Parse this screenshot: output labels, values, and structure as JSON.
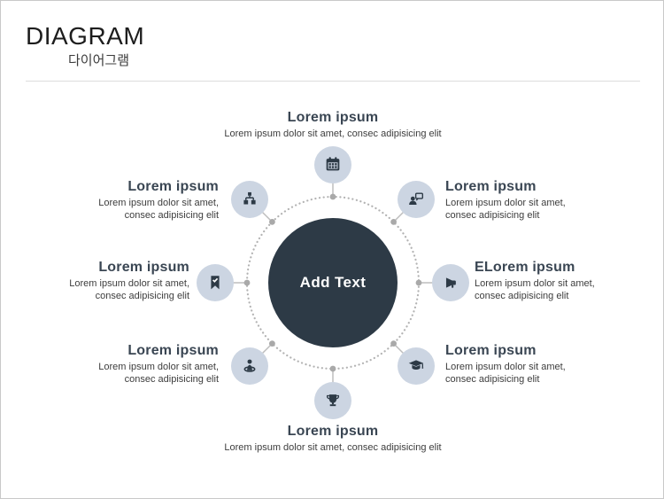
{
  "slide": {
    "title": "DIAGRAM",
    "subtitle": "다이어그램"
  },
  "diagram": {
    "center_label": "Add Text",
    "items": [
      {
        "position": "top",
        "icon": "calendar-icon",
        "heading": "Lorem ipsum",
        "description": "Lorem ipsum dolor sit amet, consec adipisicing elit"
      },
      {
        "position": "top-right",
        "icon": "person-chat-icon",
        "heading": "Lorem ipsum",
        "description": "Lorem ipsum dolor sit amet,\nconsec adipisicing elit"
      },
      {
        "position": "right",
        "icon": "megaphone-icon",
        "heading": "ELorem ipsum",
        "description": "Lorem ipsum dolor sit amet,\nconsec adipisicing elit"
      },
      {
        "position": "bottom-right",
        "icon": "graduation-cap-icon",
        "heading": "Lorem ipsum",
        "description": "Lorem ipsum dolor sit amet,\nconsec adipisicing elit"
      },
      {
        "position": "bottom",
        "icon": "trophy-icon",
        "heading": "Lorem ipsum",
        "description": "Lorem ipsum dolor sit amet, consec adipisicing elit"
      },
      {
        "position": "bottom-left",
        "icon": "person-location-icon",
        "heading": "Lorem ipsum",
        "description": "Lorem ipsum dolor sit amet,\nconsec adipisicing elit"
      },
      {
        "position": "left",
        "icon": "bookmark-check-icon",
        "heading": "Lorem ipsum",
        "description": "Lorem ipsum dolor sit amet,\nconsec adipisicing elit"
      },
      {
        "position": "top-left",
        "icon": "org-chart-icon",
        "heading": "Lorem ipsum",
        "description": "Lorem ipsum dolor sit amet,\nconsec adipisicing elit"
      }
    ],
    "colors": {
      "center_circle": "#2d3a46",
      "center_text": "#ffffff",
      "icon_circle": "#ccd5e2",
      "icon_glyph": "#2d3a46",
      "heading_text": "#3a4653",
      "body_text": "#3d3d3d",
      "ring_dotted": "#b3b3b3",
      "connector": "#bdbdbd",
      "node_dot": "#a9a9a9"
    }
  }
}
